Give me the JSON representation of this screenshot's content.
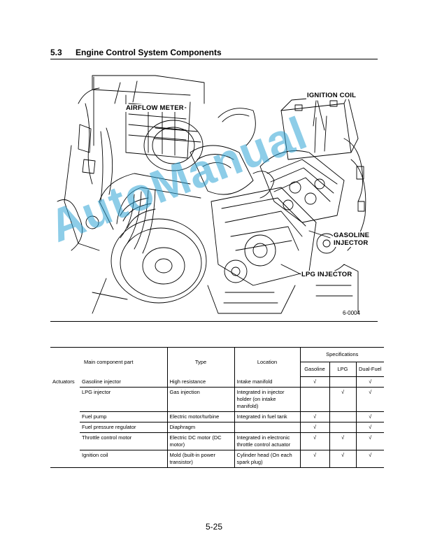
{
  "section": {
    "number": "5.3",
    "title": "Engine Control System Components"
  },
  "figure": {
    "labels": {
      "airflow_meter": "AIRFLOW METER",
      "ignition_coil": "IGNITION COIL",
      "gasoline_injector_line1": "GASOLINE",
      "gasoline_injector_line2": "INJECTOR",
      "lpg_injector": "LPG INJECTOR"
    },
    "figure_number": "6-0004"
  },
  "watermark": "AutoManual",
  "table": {
    "headers": {
      "main_component": "Main component part",
      "type": "Type",
      "location": "Location",
      "specifications": "Specifications",
      "gasoline": "Gasoline",
      "lpg": "LPG",
      "dual_fuel": "Dual-Fuel"
    },
    "category": "Actuators",
    "rows": [
      {
        "part": "Gasoline injector",
        "type": "High resistance",
        "location": "Intake manifold",
        "gasoline": "√",
        "lpg": "",
        "dual": "√"
      },
      {
        "part": "LPG injector",
        "type": "Gas injection",
        "location": "Integrated in injector holder (on intake manifold)",
        "gasoline": "",
        "lpg": "√",
        "dual": "√"
      },
      {
        "part": "Fuel pump",
        "type": "Electric motor/turbine",
        "location": "Integrated in fuel tank",
        "gasoline": "√",
        "lpg": "",
        "dual": "√"
      },
      {
        "part": "Fuel pressure regulator",
        "type": "Diaphragm",
        "location": "",
        "gasoline": "√",
        "lpg": "",
        "dual": "√"
      },
      {
        "part": "Throttle control motor",
        "type": "Electric DC motor (DC motor)",
        "location": "Integrated in electronic throttle control actuator",
        "gasoline": "√",
        "lpg": "√",
        "dual": "√"
      },
      {
        "part": "Ignition coil",
        "type": "Mold (built-in power transistor)",
        "location": "Cylinder head (On each spark plug)",
        "gasoline": "√",
        "lpg": "√",
        "dual": "√"
      }
    ]
  },
  "page_number": "5-25"
}
